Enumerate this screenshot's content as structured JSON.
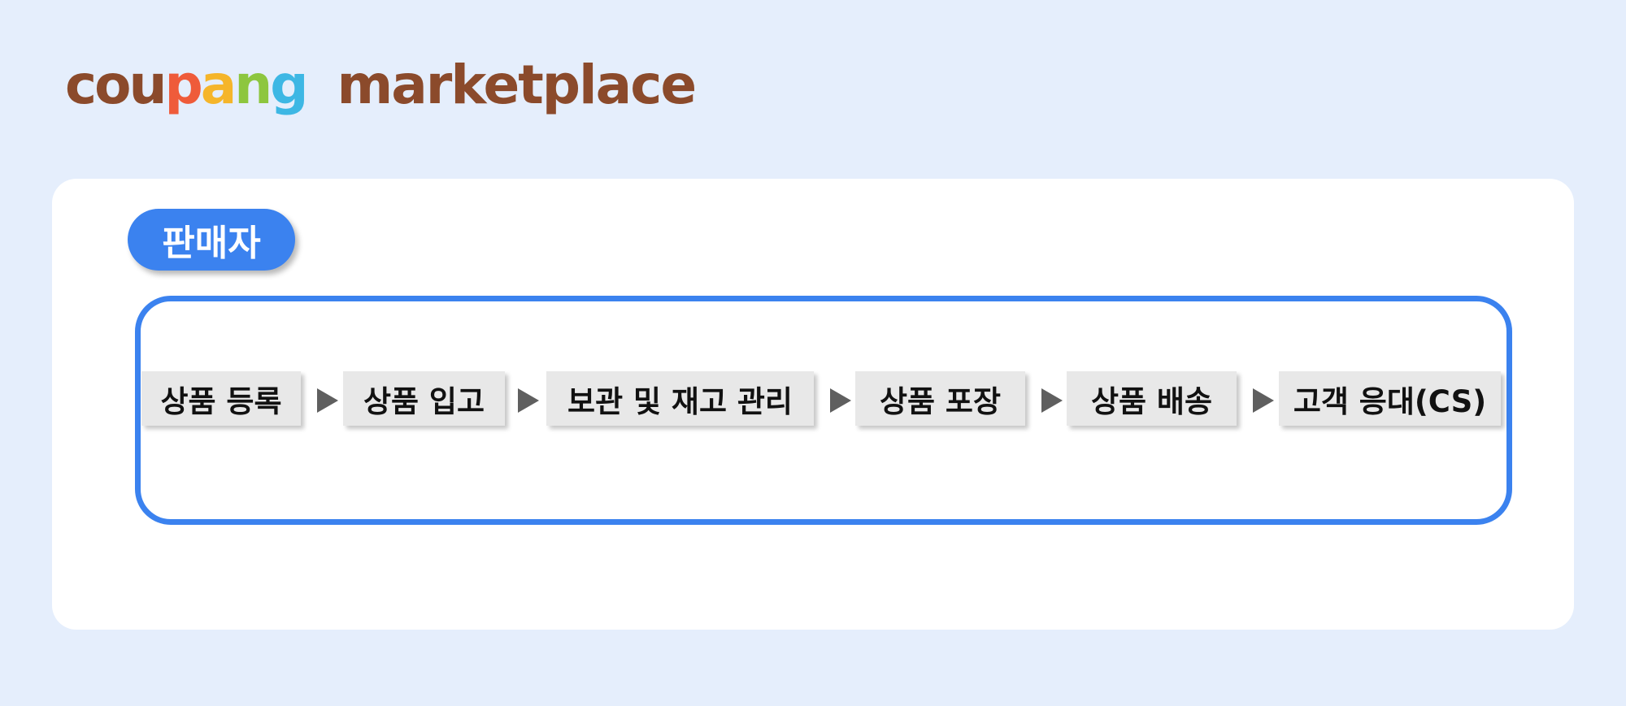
{
  "logo": {
    "brand_letters": [
      {
        "char": "c",
        "color": "#8b4a2b"
      },
      {
        "char": "o",
        "color": "#8b4a2b"
      },
      {
        "char": "u",
        "color": "#8b4a2b"
      },
      {
        "char": "p",
        "color": "#ef5b3a"
      },
      {
        "char": "a",
        "color": "#f5b52a"
      },
      {
        "char": "n",
        "color": "#8dc63f"
      },
      {
        "char": "g",
        "color": "#3db7e4"
      }
    ],
    "suffix": "marketplace"
  },
  "role": {
    "label": "판매자"
  },
  "steps": [
    {
      "label": "상품 등록"
    },
    {
      "label": "상품 입고"
    },
    {
      "label": "보관 및 재고 관리"
    },
    {
      "label": "상품 포장"
    },
    {
      "label": "상품 배송"
    },
    {
      "label": "고객 응대(CS)"
    }
  ],
  "colors": {
    "accent": "#3b82ef",
    "background": "#e5eefc",
    "step_fill": "#e8e8e8",
    "arrow": "#5f5f5f"
  }
}
